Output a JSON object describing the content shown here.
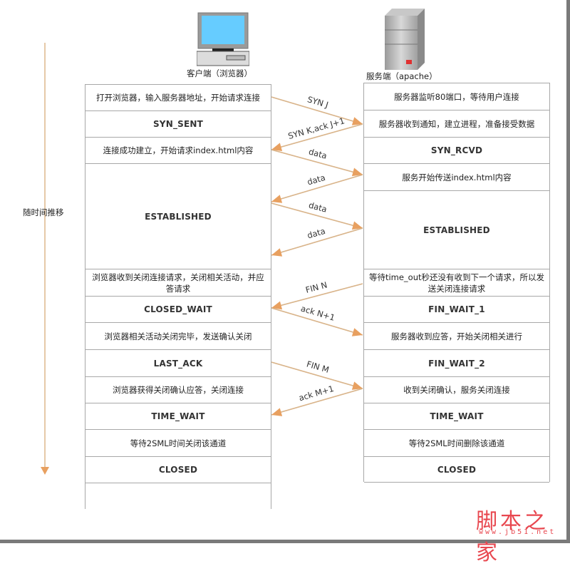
{
  "client": {
    "label": "客户端（浏览器）",
    "icon": "desktop-computer-icon",
    "rows": [
      {
        "text": "打开浏览器，输入服务器地址，开始请求连接",
        "kind": "desc"
      },
      {
        "text": "SYN_SENT",
        "kind": "state"
      },
      {
        "text": "连接成功建立，开始请求index.html内容",
        "kind": "desc"
      },
      {
        "text": "ESTABLISHED",
        "kind": "state"
      },
      {
        "text": "浏览器收到关闭连接请求，关闭相关活动，并应答请求",
        "kind": "desc"
      },
      {
        "text": "CLOSED_WAIT",
        "kind": "state"
      },
      {
        "text": "浏览器相关活动关闭完毕，发送确认关闭",
        "kind": "desc"
      },
      {
        "text": "LAST_ACK",
        "kind": "state"
      },
      {
        "text": "浏览器获得关闭确认应答，关闭连接",
        "kind": "desc"
      },
      {
        "text": "TIME_WAIT",
        "kind": "state"
      },
      {
        "text": "等待2SML时间关闭该通道",
        "kind": "desc"
      },
      {
        "text": "CLOSED",
        "kind": "state"
      }
    ]
  },
  "server": {
    "label": "服务端（apache）",
    "icon": "server-tower-icon",
    "rows": [
      {
        "text": "服务器监听80端口，等待用户连接",
        "kind": "desc"
      },
      {
        "text": "服务器收到通知，建立进程，准备接受数据",
        "kind": "desc"
      },
      {
        "text": "SYN_RCVD",
        "kind": "state"
      },
      {
        "text": "服务开始传送index.html内容",
        "kind": "desc"
      },
      {
        "text": "ESTABLISHED",
        "kind": "state"
      },
      {
        "text": "等待time_out秒还没有收到下一个请求，所以发送关闭连接请求",
        "kind": "desc"
      },
      {
        "text": "FIN_WAIT_1",
        "kind": "state"
      },
      {
        "text": "服务器收到应答，开始关闭相关进行",
        "kind": "desc"
      },
      {
        "text": "FIN_WAIT_2",
        "kind": "state"
      },
      {
        "text": "收到关闭确认，服务关闭连接",
        "kind": "desc"
      },
      {
        "text": "TIME_WAIT",
        "kind": "state"
      },
      {
        "text": "等待2SML时间删除该通道",
        "kind": "desc"
      },
      {
        "text": "CLOSED",
        "kind": "state"
      }
    ]
  },
  "messages": [
    {
      "label": "SYN J",
      "direction": "client-to-server"
    },
    {
      "label": "SYN K,ack J+1",
      "direction": "server-to-client"
    },
    {
      "label": "data",
      "direction": "client-to-server"
    },
    {
      "label": "data",
      "direction": "server-to-client"
    },
    {
      "label": "data",
      "direction": "client-to-server"
    },
    {
      "label": "data",
      "direction": "server-to-client"
    },
    {
      "label": "FIN N",
      "direction": "server-to-client"
    },
    {
      "label": "ack N+1",
      "direction": "client-to-server"
    },
    {
      "label": "FIN M",
      "direction": "client-to-server"
    },
    {
      "label": "ack M+1",
      "direction": "server-to-client"
    }
  ],
  "timeline": {
    "label": "随时间推移",
    "icon": "down-arrow-icon"
  },
  "colors": {
    "arrow": "#e8a060",
    "arrow_line": "#d9b48a",
    "border": "#a8a8a8",
    "screen": "#66ccff",
    "server_led": "#e03030",
    "watermark": "#e8474f"
  },
  "watermark": {
    "title": "脚本之家",
    "url": "www.jb51.net"
  }
}
